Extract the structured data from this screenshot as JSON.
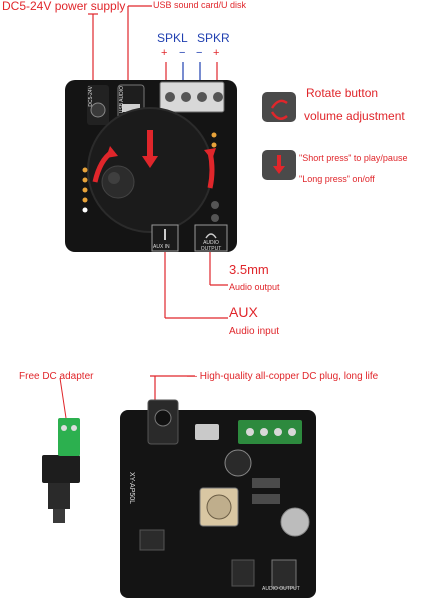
{
  "top": {
    "power_label": "DC5-24V power supply",
    "usb_label": "USB sound card/U disk",
    "spkl_label": "SPKL",
    "spkr_label": "SPKR",
    "plus_minus": [
      "+",
      "−",
      "−",
      "+"
    ]
  },
  "board_top": {
    "silk_dc": "DC5-24V",
    "silk_usb": "USB AUDIO",
    "silk_aux": "AUX IN",
    "silk_audio_out": "AUDIO OUTPUT"
  },
  "right_panel": {
    "rotate_title": "Rotate button",
    "rotate_desc": "volume adjustment",
    "short_press": "\"Short press\" to play/pause",
    "long_press": "\"Long press\" on/off"
  },
  "bottom_labels": {
    "jack_size": "3.5mm",
    "jack_desc": "Audio output",
    "aux_title": "AUX",
    "aux_desc": "Audio input"
  },
  "lower": {
    "free_adapter": "Free DC adapter",
    "plug_note": "— High-quality all-copper DC plug, long life",
    "model_text": "XY-AP50L",
    "silk_audio_out": "AUDIO OUTPUT"
  },
  "colors": {
    "accent_red": "#e0262b",
    "blue": "#1f3fb0",
    "pcb": "#141414"
  }
}
